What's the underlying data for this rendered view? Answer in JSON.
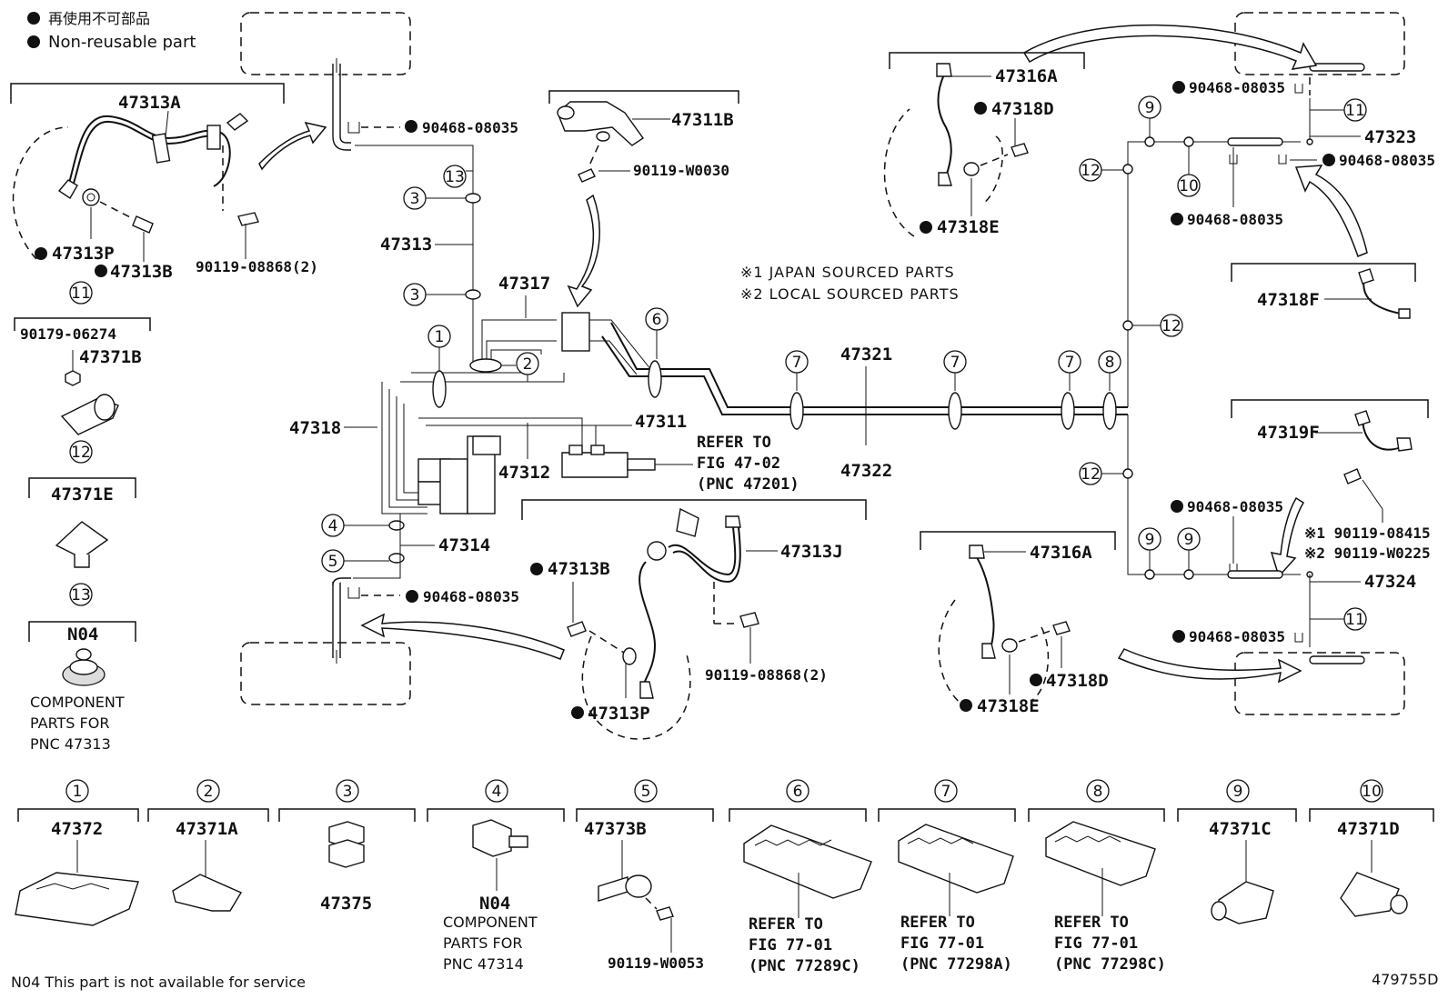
{
  "legend": {
    "nonreusable_jp": "再使用不可部品",
    "nonreusable_en": "Non-reusable part"
  },
  "notes": {
    "japan": "※1 JAPAN SOURCED PARTS",
    "local": "※2 LOCAL SOURCED PARTS"
  },
  "refs": {
    "fig4702": [
      "REFER TO",
      "FIG 47-02",
      "(PNC 47201)"
    ],
    "fig7701a": [
      "REFER TO",
      "FIG 77-01",
      "(PNC 77289C)"
    ],
    "fig7701b": [
      "REFER TO",
      "FIG 77-01",
      "(PNC 77298A)"
    ],
    "fig7701c": [
      "REFER TO",
      "FIG 77-01",
      "(PNC 77298C)"
    ]
  },
  "component_notes": {
    "p47313": [
      "COMPONENT",
      "PARTS FOR",
      "PNC 47313"
    ],
    "p47314": [
      "COMPONENT",
      "PARTS FOR",
      "PNC 47314"
    ]
  },
  "footer": {
    "n04_note": "N04 This part is not available for service",
    "figure_id": "479755D"
  },
  "callouts": {
    "c1": "1",
    "c2": "2",
    "c3": "3",
    "c4": "4",
    "c5": "5",
    "c6": "6",
    "c7": "7",
    "c8": "8",
    "c9": "9",
    "c10": "10",
    "c11": "11",
    "c12": "12",
    "c13": "13"
  },
  "parts": {
    "p47313A": "47313A",
    "p47313P": "47313P",
    "p47313B": "47313B",
    "p90119_08868_2": "90119-08868(2)",
    "p90179_06274": "90179-06274",
    "p47371B": "47371B",
    "p47371E": "47371E",
    "pN04": "N04",
    "p90468_08035": "90468-08035",
    "p47313": "47313",
    "p47317": "47317",
    "p47318": "47318",
    "p47311B": "47311B",
    "p90119_W0030": "90119-W0030",
    "p47311": "47311",
    "p47312": "47312",
    "p47314": "47314",
    "p47321": "47321",
    "p47322": "47322",
    "p47313J": "47313J",
    "p47316A": "47316A",
    "p47318D": "47318D",
    "p47318E": "47318E",
    "p47323": "47323",
    "p47318F": "47318F",
    "p47319F": "47319F",
    "p90119_08415": "※1 90119-08415",
    "p90119_W0225": "※2 90119-W0225",
    "p47324": "47324",
    "p47372": "47372",
    "p47371A": "47371A",
    "p47375": "47375",
    "p47373B": "47373B",
    "p90119_W0053": "90119-W0053",
    "p47371C": "47371C",
    "p47371D": "47371D"
  }
}
